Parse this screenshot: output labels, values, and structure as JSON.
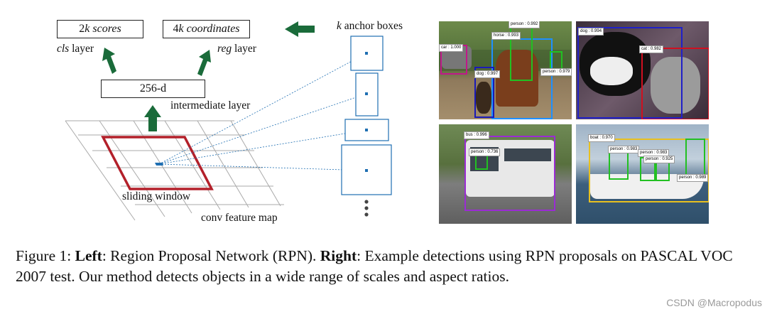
{
  "diagram": {
    "scores_box": {
      "k": "2",
      "rest": "k scores"
    },
    "coords_box": {
      "k": "4",
      "rest": "k coordinates"
    },
    "cls_label": {
      "it": "cls",
      "rest": " layer"
    },
    "reg_label": {
      "it": "reg",
      "rest": " layer"
    },
    "intermediate_box": "256-d",
    "intermediate_label": "intermediate layer",
    "anchor_title": {
      "it": "k",
      "rest": " anchor boxes"
    },
    "sliding_window_label": "sliding window",
    "conv_label": "conv feature map",
    "colors": {
      "arrow": "#1a6b3a",
      "window": "#b3202a",
      "anchor": "#1f6fb2",
      "grid": "#aaaaaa"
    }
  },
  "detections": [
    {
      "panel": "horses",
      "labels": [
        "car : 1.000",
        "person : 0.992",
        "horse : 0.993",
        "dog : 0.997",
        "person : 0.979"
      ]
    },
    {
      "panel": "dog-cat",
      "labels": [
        "dog : 0.994",
        "cat : 0.982"
      ]
    },
    {
      "panel": "bus",
      "labels": [
        "bus : 0.996",
        "person : 0.736"
      ]
    },
    {
      "panel": "boat",
      "labels": [
        "boat : 0.970",
        "person : 0.983",
        "person : 0.983",
        "person : 0.925",
        "person : 0.989"
      ]
    }
  ],
  "caption": {
    "prefix": "Figure 1: ",
    "left_bold": "Left",
    "left_text": ": Region Proposal Network (RPN). ",
    "right_bold": "Right",
    "right_text": ": Example detections using RPN proposals on PASCAL VOC 2007 test. Our method detects objects in a wide range of scales and aspect ratios."
  },
  "watermark": "CSDN @Macropodus"
}
